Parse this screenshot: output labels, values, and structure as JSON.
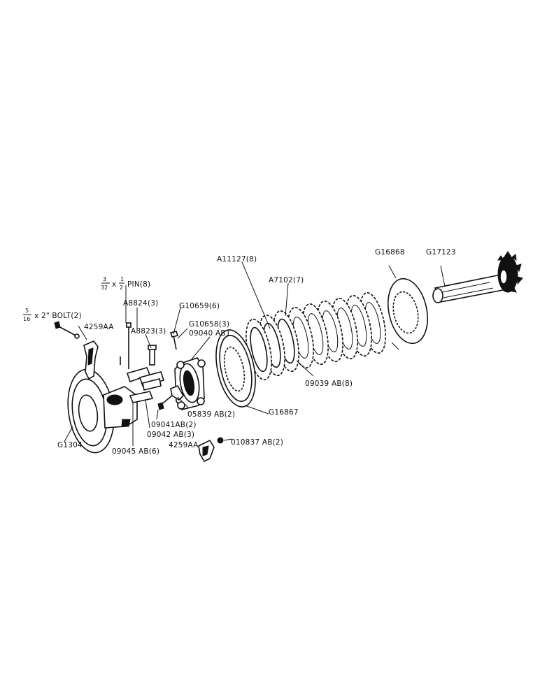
{
  "labels": {
    "g17123": "G17123",
    "g16868": "G16868",
    "a11127": "A11127(8)",
    "a7102": "A7102(7)",
    "pin_size_prefix": "x",
    "pin_suffix": "PIN(8)",
    "pin_num1": "3",
    "pin_den1": "32",
    "pin_num2": "1",
    "pin_den2": "2",
    "a8824": "A8824(3)",
    "g10659": "G10659(6)",
    "bolt_prefix": "x 2\" BOLT(2)",
    "bolt_num": "5",
    "bolt_den": "16",
    "a4259_top": "4259AA",
    "a8823": "A8823(3)",
    "g10658": "G10658(3)",
    "g09040": "09040 AB1",
    "g09039": "09039 AB(8)",
    "g16867": "G16867",
    "g05839": "05839 AB(2)",
    "g09041": "09041AB(2)",
    "g09042": "09042 AB(3)",
    "g1304": "G1304",
    "g09045": "09045 AB(6)",
    "a4259_bottom": "4259AA",
    "g010837": "010837 AB(2)"
  },
  "parts": [
    "bearing-hub",
    "throw-out-collar",
    "clutch-pressure-plate",
    "clutch-back-plate",
    "clutch-discs",
    "separator-ring",
    "splined-shaft",
    "release-fork-top",
    "release-fork-bottom"
  ]
}
